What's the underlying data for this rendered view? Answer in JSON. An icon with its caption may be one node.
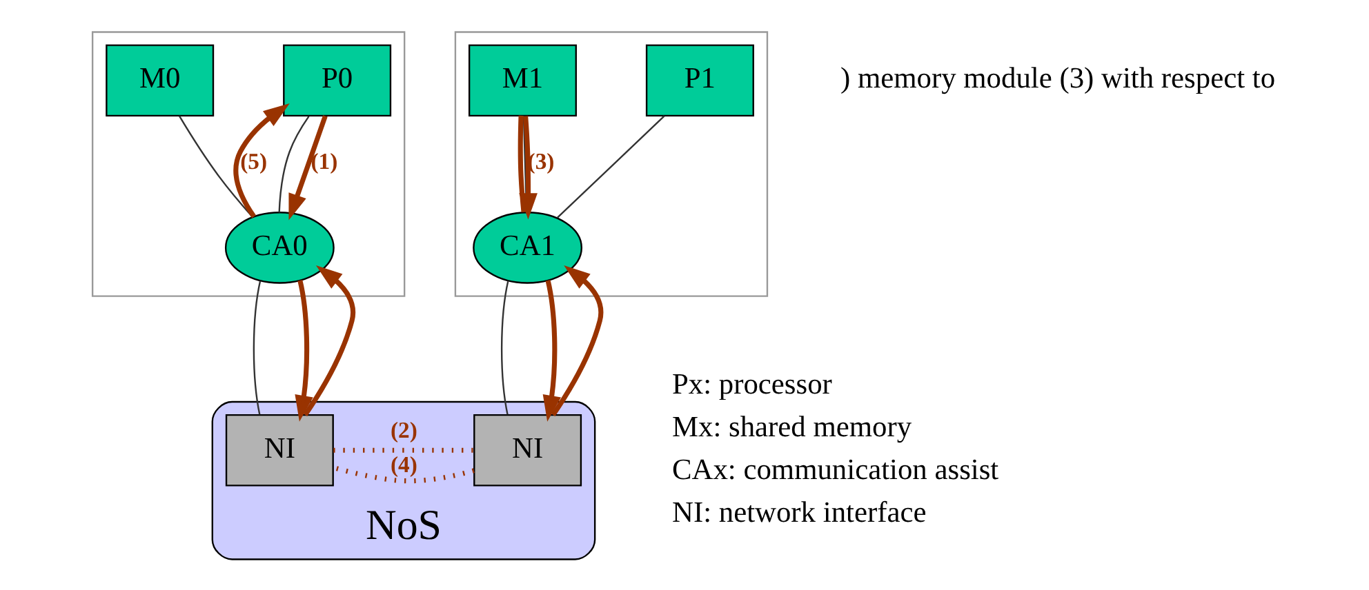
{
  "diagram": {
    "nodes": [
      {
        "text": [],
        "shape": "box"
      },
      {
        "text": [
          "P0"
        ],
        "in": 0
      },
      {
        "text": [
          "M0"
        ],
        "in": 0
      },
      {
        "text": [
          "CA0"
        ],
        "in": 0
      },
      {
        "text": [],
        "shape": "box"
      },
      {
        "text": [
          "P1"
        ],
        "in": 4
      },
      {
        "text": [
          "M1"
        ],
        "in": 4
      },
      {
        "text": [
          "CA1"
        ],
        "in": 4
      },
      {
        "text": [
          "NoS"
        ]
      },
      {
        "text": [
          "NI"
        ],
        "in": 8
      },
      {
        "text": [
          "NI"
        ],
        "in": 8
      }
    ],
    "edges": [
      {
        "from": 1,
        "to": 3,
        "arrow": "none",
        "color": "#333333"
      },
      {
        "from": 2,
        "to": 3,
        "arrow": "none",
        "color": "#333333"
      },
      {
        "from": 1,
        "to": 3,
        "arrow": "to",
        "label": "(1)"
      },
      {
        "from": 3,
        "to": 1,
        "arrow": "to",
        "label": "(5)"
      },
      {
        "from": 5,
        "to": 7,
        "arrow": "none",
        "color": "#333333"
      },
      {
        "from": 6,
        "to": 7,
        "arrow": "none",
        "color": "#333333"
      },
      {
        "from": 7,
        "to": 6,
        "arrow": "none"
      },
      {
        "from": 6,
        "to": 7,
        "arrow": "to",
        "label": "(3)"
      },
      {
        "from": 3,
        "to": 9,
        "arrow": "none",
        "color": "#333333"
      },
      {
        "from": 7,
        "to": 10,
        "arrow": "none",
        "color": "#333333"
      },
      {
        "from": 3,
        "to": 9,
        "arrow": "to"
      },
      {
        "from": 9,
        "to": 10,
        "arrow": "none",
        "style": "dashed",
        "label": "(2)"
      },
      {
        "from": 10,
        "to": 7,
        "arrow": "to"
      },
      {
        "from": 7,
        "to": 10,
        "arrow": "to"
      },
      {
        "from": 10,
        "to": 9,
        "arrow": "none",
        "style": "dashed",
        "label": "(4)"
      },
      {
        "from": 9,
        "to": 3,
        "arrow": "to"
      }
    ],
    "labels": [
      ") memory module (3) with respect to",
      "Px: processor",
      "Mx: shared memory",
      "CAx: communication assist",
      "NI: network interface"
    ]
  }
}
